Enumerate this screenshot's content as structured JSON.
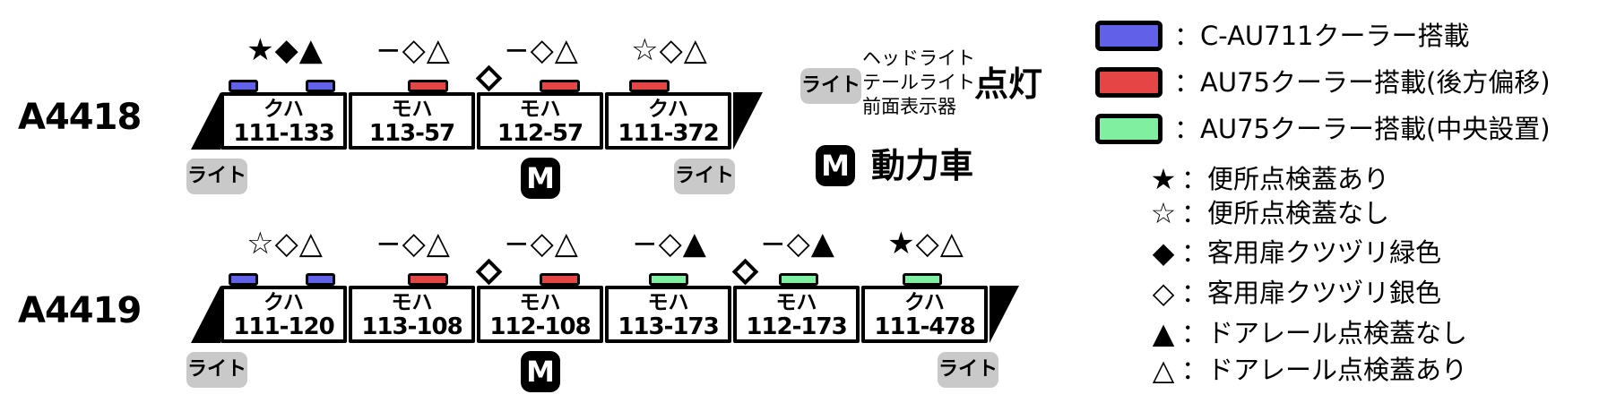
{
  "colors": {
    "blue": "#6060E8",
    "red": "#E64545",
    "green": "#80F0A0",
    "badge_gray": "#C9C9C9"
  },
  "badges": {
    "light": "ライト",
    "motor": "M"
  },
  "trainsets": [
    {
      "set_id": "A4418",
      "cars": [
        {
          "type": "クハ",
          "number": "111-133",
          "symbols": "★◆▲"
        },
        {
          "type": "モハ",
          "number": "113-57",
          "symbols": "−◇△"
        },
        {
          "type": "モハ",
          "number": "112-57",
          "symbols": "−◇△"
        },
        {
          "type": "クハ",
          "number": "111-372",
          "symbols": "☆◇△"
        }
      ]
    },
    {
      "set_id": "A4419",
      "cars": [
        {
          "type": "クハ",
          "number": "111-120",
          "symbols": "☆◇△"
        },
        {
          "type": "モハ",
          "number": "113-108",
          "symbols": "−◇△"
        },
        {
          "type": "モハ",
          "number": "112-108",
          "symbols": "−◇△"
        },
        {
          "type": "モハ",
          "number": "113-173",
          "symbols": "−◇▲"
        },
        {
          "type": "モハ",
          "number": "112-173",
          "symbols": "−◇▲"
        },
        {
          "type": "クハ",
          "number": "111-478",
          "symbols": "★◇△"
        }
      ]
    }
  ],
  "annotations": {
    "light_badge": "ライト",
    "light_lines": {
      "0": "ヘッドライト",
      "1": "テールライト",
      "2": "前面表示器"
    },
    "light_suffix": "点灯",
    "motor_badge": "M",
    "motor_label": "動力車"
  },
  "legend": {
    "coolers": [
      {
        "color": "#6060E8",
        "label": "：C-AU711クーラー搭載"
      },
      {
        "color": "#E64545",
        "label": "：AU75クーラー搭載(後方偏移)"
      },
      {
        "color": "#80F0A0",
        "label": "：AU75クーラー搭載(中央設置)"
      }
    ],
    "symbols": [
      {
        "symbol": "★",
        "label": "：便所点検蓋あり"
      },
      {
        "symbol": "☆",
        "label": "：便所点検蓋なし"
      },
      {
        "symbol": "◆",
        "label": "：客用扉クツヅリ緑色"
      },
      {
        "symbol": "◇",
        "label": "：客用扉クツヅリ銀色"
      },
      {
        "symbol": "▲",
        "label": "：ドアレール点検蓋なし"
      },
      {
        "symbol": "△",
        "label": "：ドアレール点検蓋あり"
      }
    ]
  }
}
